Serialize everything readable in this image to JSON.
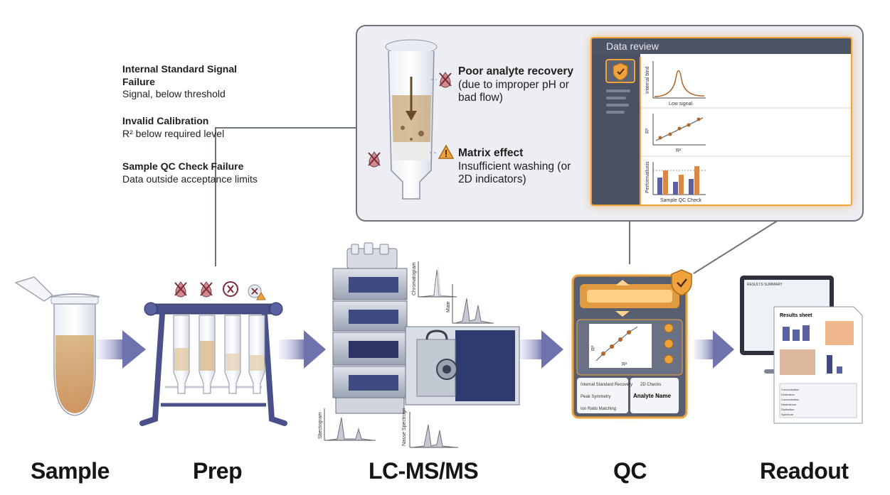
{
  "stages": [
    {
      "id": "sample",
      "label": "Sample"
    },
    {
      "id": "prep",
      "label": "Prep"
    },
    {
      "id": "lcms",
      "label": "LC-MS/MS"
    },
    {
      "id": "qc",
      "label": "QC"
    },
    {
      "id": "readout",
      "label": "Readout"
    }
  ],
  "prep_issues": [
    {
      "title": "Poor analyte recovery",
      "detail": "(due to improper pH or bad flow)"
    },
    {
      "title": "Matrix effect",
      "detail": "Insufficient washing (or 2D indicators)"
    }
  ],
  "data_review": {
    "title": "Data review",
    "items": [
      {
        "title": "Internal Standard Signal Failure",
        "detail": "Signal, below threshold",
        "plot_ylabel": "Internal blnd",
        "plot_caption": "Low signal"
      },
      {
        "title": "Invalid Calibration",
        "detail": "R² below required level",
        "plot_ylabel": "R²",
        "plot_caption": "R²"
      },
      {
        "title": "Sample QC Check Failure",
        "detail": "Data outside acceptance limits",
        "plot_ylabel": "Performatlusis",
        "plot_caption": "Sample QC Check"
      }
    ]
  },
  "chromatograms": {
    "top_a": "Chromatogram",
    "top_b": "Mate",
    "bottom_a": "Sbectogram",
    "bottom_b": "Nasse Spectrogn"
  },
  "qc_screen": {
    "plot_ylabel": "R²",
    "plot_xlabel": "R²",
    "checks": [
      "Internal Standard Recovery",
      "Peak Symmetry",
      "Ion Ratio Matching"
    ],
    "checks_right": "2D Checks",
    "analyte_label": "Analyte Name"
  },
  "readout": {
    "sheet_title": "Results sheet",
    "monitor_header": "RESULTS SUMMARY",
    "table_rows": [
      "Concentration",
      "Dimension",
      "Concentration",
      "Dimensions",
      "Distinction",
      "Spectrum"
    ]
  },
  "colors": {
    "arrow": "#7b7fb3",
    "accent_orange": "#f0a23b",
    "frame_navy": "#3f4a80",
    "panel_gray": "#4d5466"
  },
  "icons": [
    "no-ph-icon",
    "no-ph-icon",
    "flow-restricted-icon",
    "warning-icon",
    "shield-check-icon",
    "check-badge-icon"
  ]
}
